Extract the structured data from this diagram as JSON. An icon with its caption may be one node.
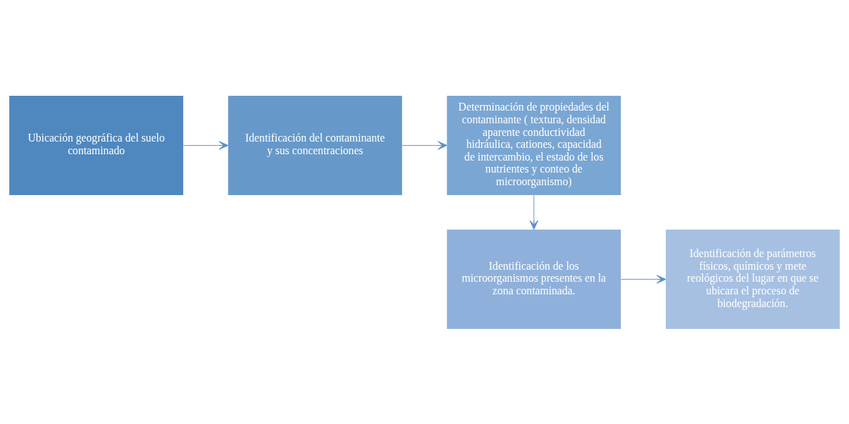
{
  "diagram": {
    "nodes": [
      {
        "text": [
          "Ubicación geográfica del suelo contaminado"
        ]
      },
      {
        "text": [
          "Identificación del contaminante y sus concentraciones"
        ]
      },
      {
        "text": [
          "Determinación de propiedades del contaminante ( textura, densidad aparente conductividad hidráulica, cationes, capacidad de intercambio, el estado de los nutrientes y conteo de microorganismo)"
        ]
      },
      {
        "text": [
          "Identificación de los microorganismos presentes en la zona contaminada."
        ]
      },
      {
        "text": [
          "Identificación de parámetros físicos, químicos y mete reológicos del lugar en que se ubicara el proceso de biodegradación."
        ]
      }
    ],
    "edges": [
      {
        "from": 0,
        "to": 1,
        "arrow": "to"
      },
      {
        "from": 1,
        "to": 2,
        "arrow": "to"
      },
      {
        "from": 2,
        "to": 3,
        "arrow": "to"
      },
      {
        "from": 3,
        "to": 4,
        "arrow": "to"
      }
    ]
  }
}
